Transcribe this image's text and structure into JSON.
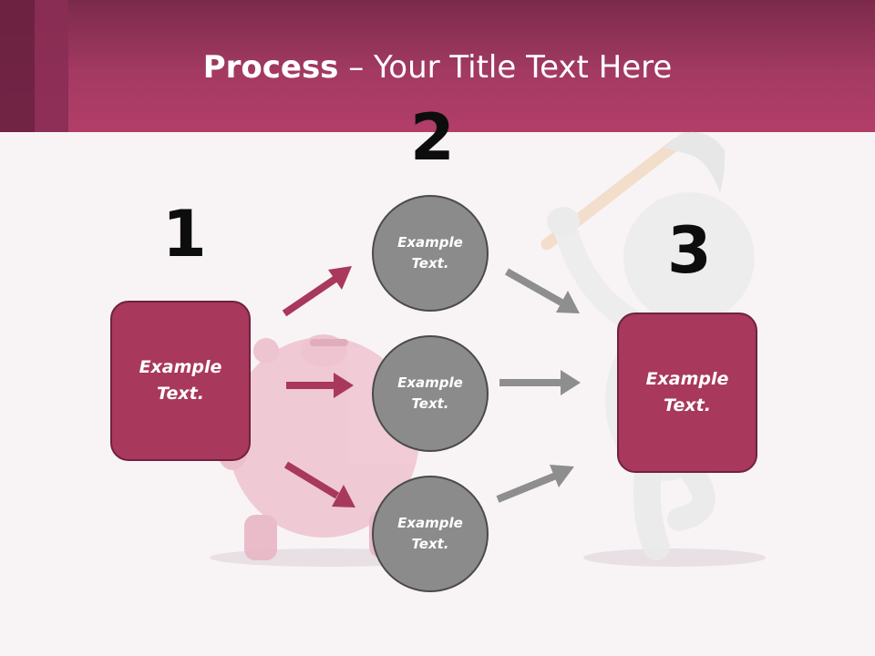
{
  "header": {
    "title_bold": "Process",
    "title_rest": " – Your Title Text Here"
  },
  "steps": {
    "step1": {
      "number": "1",
      "label": "Example\nText."
    },
    "step2": {
      "number": "2",
      "circles": [
        {
          "label": "Example\nText."
        },
        {
          "label": "Example\nText."
        },
        {
          "label": "Example\nText."
        }
      ]
    },
    "step3": {
      "number": "3",
      "label": "Example\nText."
    }
  },
  "colors": {
    "header_top": "#7b2a4b",
    "header_bottom": "#b23e68",
    "box_fill": "#a8385c",
    "box_border": "#6f2240",
    "circle_fill": "#8b8b8b",
    "circle_border": "#4a4a4a",
    "arrow_left": "#a8385c",
    "arrow_right": "#8e8e8e",
    "background": "#f8f4f6"
  },
  "background_images": [
    "piggy-bank-image",
    "figure-with-hammer-image"
  ]
}
